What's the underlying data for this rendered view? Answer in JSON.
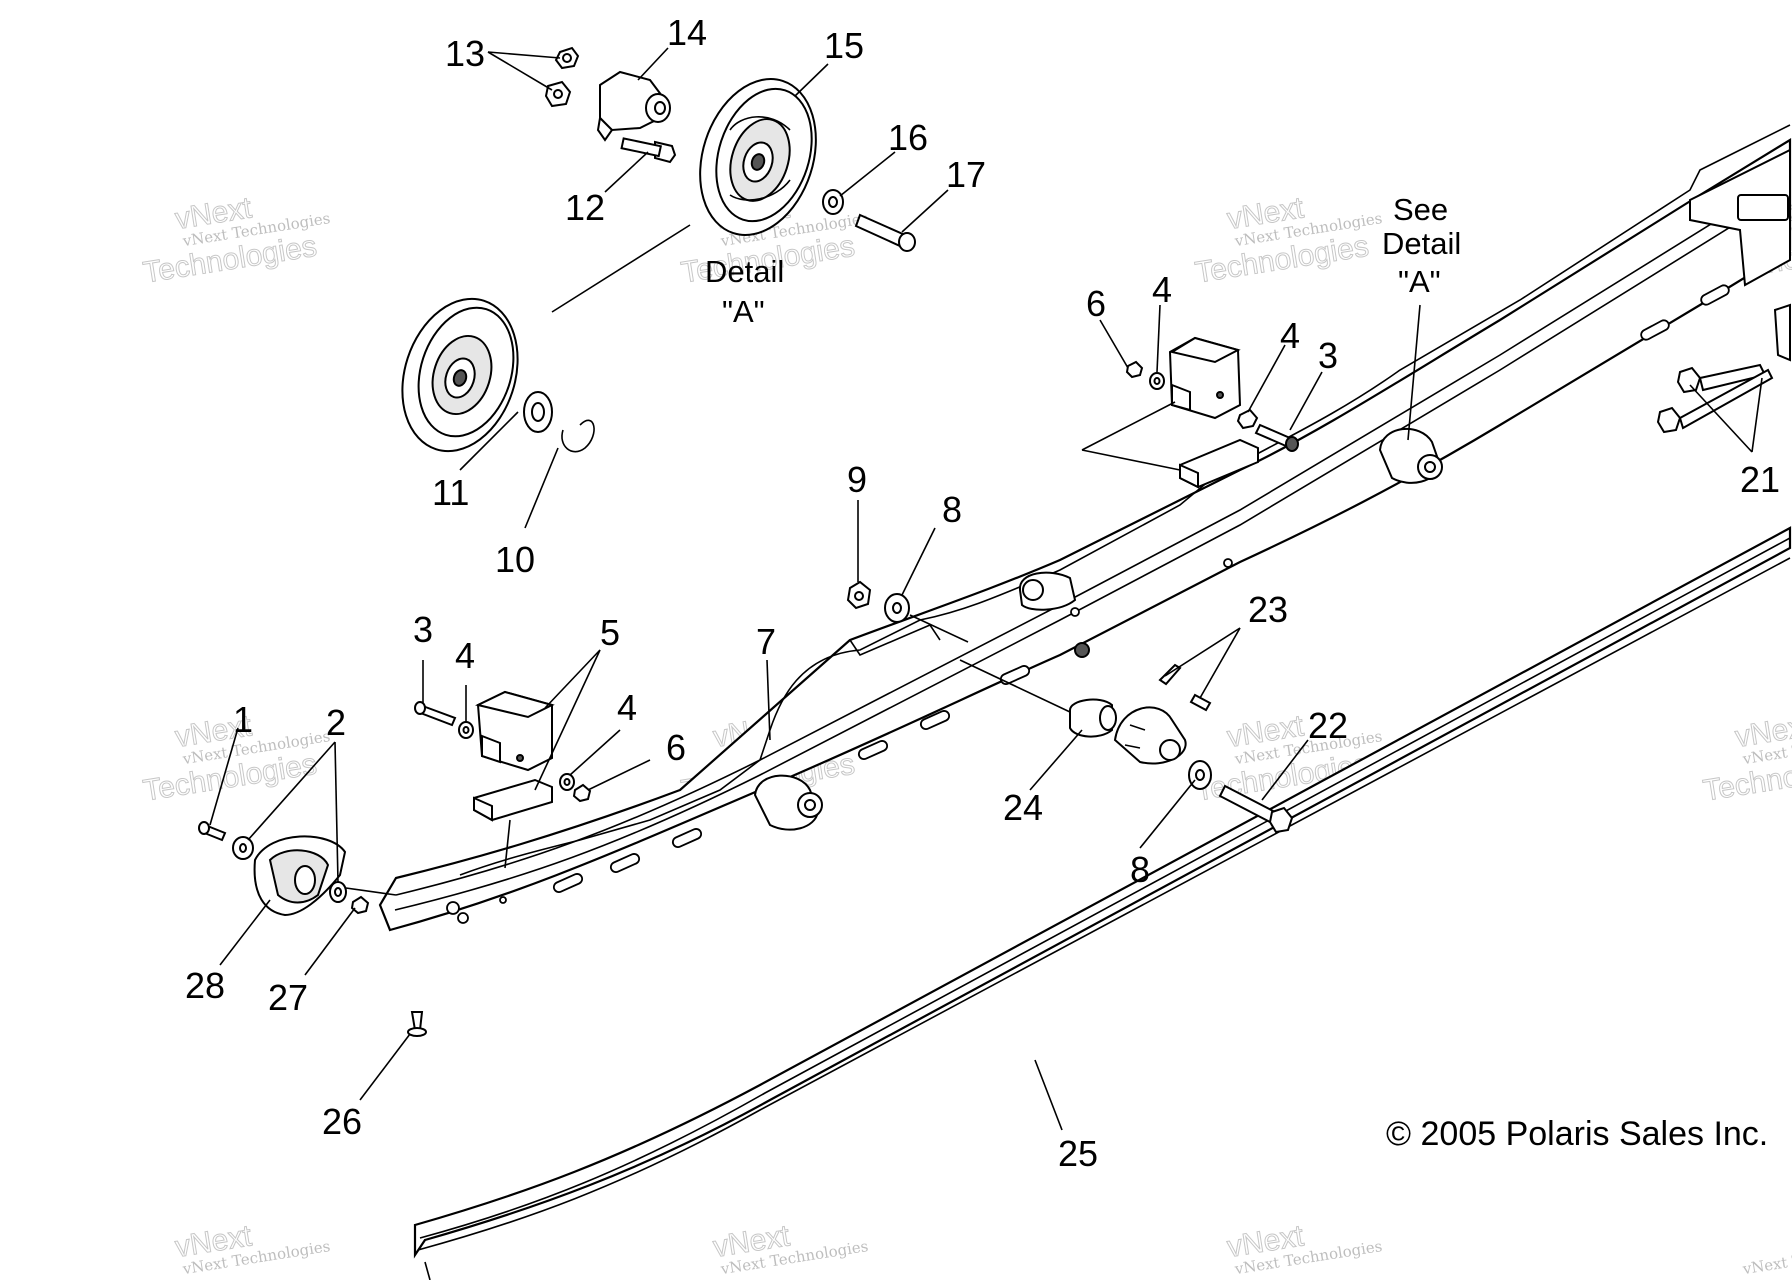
{
  "diagram": {
    "callouts": [
      {
        "id": "c13",
        "text": "13"
      },
      {
        "id": "c14",
        "text": "14"
      },
      {
        "id": "c15",
        "text": "15"
      },
      {
        "id": "c16",
        "text": "16"
      },
      {
        "id": "c17",
        "text": "17"
      },
      {
        "id": "c12",
        "text": "12"
      },
      {
        "id": "c11",
        "text": "11"
      },
      {
        "id": "c10",
        "text": "10"
      },
      {
        "id": "c6a",
        "text": "6"
      },
      {
        "id": "c4a",
        "text": "4"
      },
      {
        "id": "c4b",
        "text": "4"
      },
      {
        "id": "c3a",
        "text": "3"
      },
      {
        "id": "c21",
        "text": "21"
      },
      {
        "id": "c9",
        "text": "9"
      },
      {
        "id": "c8a",
        "text": "8"
      },
      {
        "id": "c23",
        "text": "23"
      },
      {
        "id": "c22",
        "text": "22"
      },
      {
        "id": "c7",
        "text": "7"
      },
      {
        "id": "c3b",
        "text": "3"
      },
      {
        "id": "c4c",
        "text": "4"
      },
      {
        "id": "c5",
        "text": "5"
      },
      {
        "id": "c4d",
        "text": "4"
      },
      {
        "id": "c6b",
        "text": "6"
      },
      {
        "id": "c1",
        "text": "1"
      },
      {
        "id": "c2",
        "text": "2"
      },
      {
        "id": "c24",
        "text": "24"
      },
      {
        "id": "c8b",
        "text": "8"
      },
      {
        "id": "c28",
        "text": "28"
      },
      {
        "id": "c27",
        "text": "27"
      },
      {
        "id": "c26",
        "text": "26"
      },
      {
        "id": "c25",
        "text": "25"
      }
    ],
    "detail_label": {
      "line1": "Detail",
      "line2": "\"A\""
    },
    "see_detail_label": {
      "line1": "See",
      "line2": "Detail",
      "line3": "\"A\""
    },
    "copyright": "© 2005 Polaris Sales Inc.",
    "watermark": {
      "line1": "vNext Technologies",
      "line2": "Technologies"
    }
  }
}
